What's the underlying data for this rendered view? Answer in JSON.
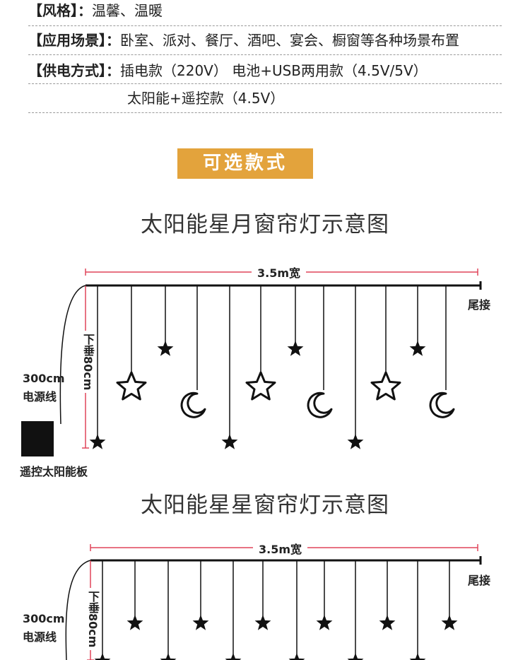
{
  "specs": {
    "style": {
      "label": "【风格】：",
      "value": "温馨、温暖"
    },
    "scene": {
      "label": "【应用场景】：",
      "value": "卧室、派对、餐厅、酒吧、宴会、橱窗等各种场景布置"
    },
    "power": {
      "label": "【供电方式】：",
      "value": "插电款（220V）  电池+USB两用款（4.5V/5V）",
      "value2": "太阳能+遥控款（4.5V）"
    }
  },
  "options_badge": "可选款式",
  "diagram1": {
    "title": "太阳能星月窗帘灯示意图",
    "width_label": "3.5m宽",
    "tail_label": "尾接",
    "drop_label": "下垂80cm",
    "cable_length": "300cm",
    "cable_label": "电源线",
    "panel_label": "遥控太阳能板",
    "pendants": [
      "star",
      "star-outline",
      "star",
      "moon",
      "star",
      "star-outline",
      "star",
      "moon",
      "star",
      "star-outline",
      "star",
      "moon"
    ]
  },
  "diagram2": {
    "title": "太阳能星星窗帘灯示意图",
    "width_label": "3.5m宽",
    "tail_label": "尾接",
    "drop_label": "下垂80cm",
    "cable_length": "300cm",
    "cable_label": "电源线"
  },
  "colors": {
    "accent": "#e3a33c",
    "measure": "#e0455a",
    "line": "#111111"
  }
}
